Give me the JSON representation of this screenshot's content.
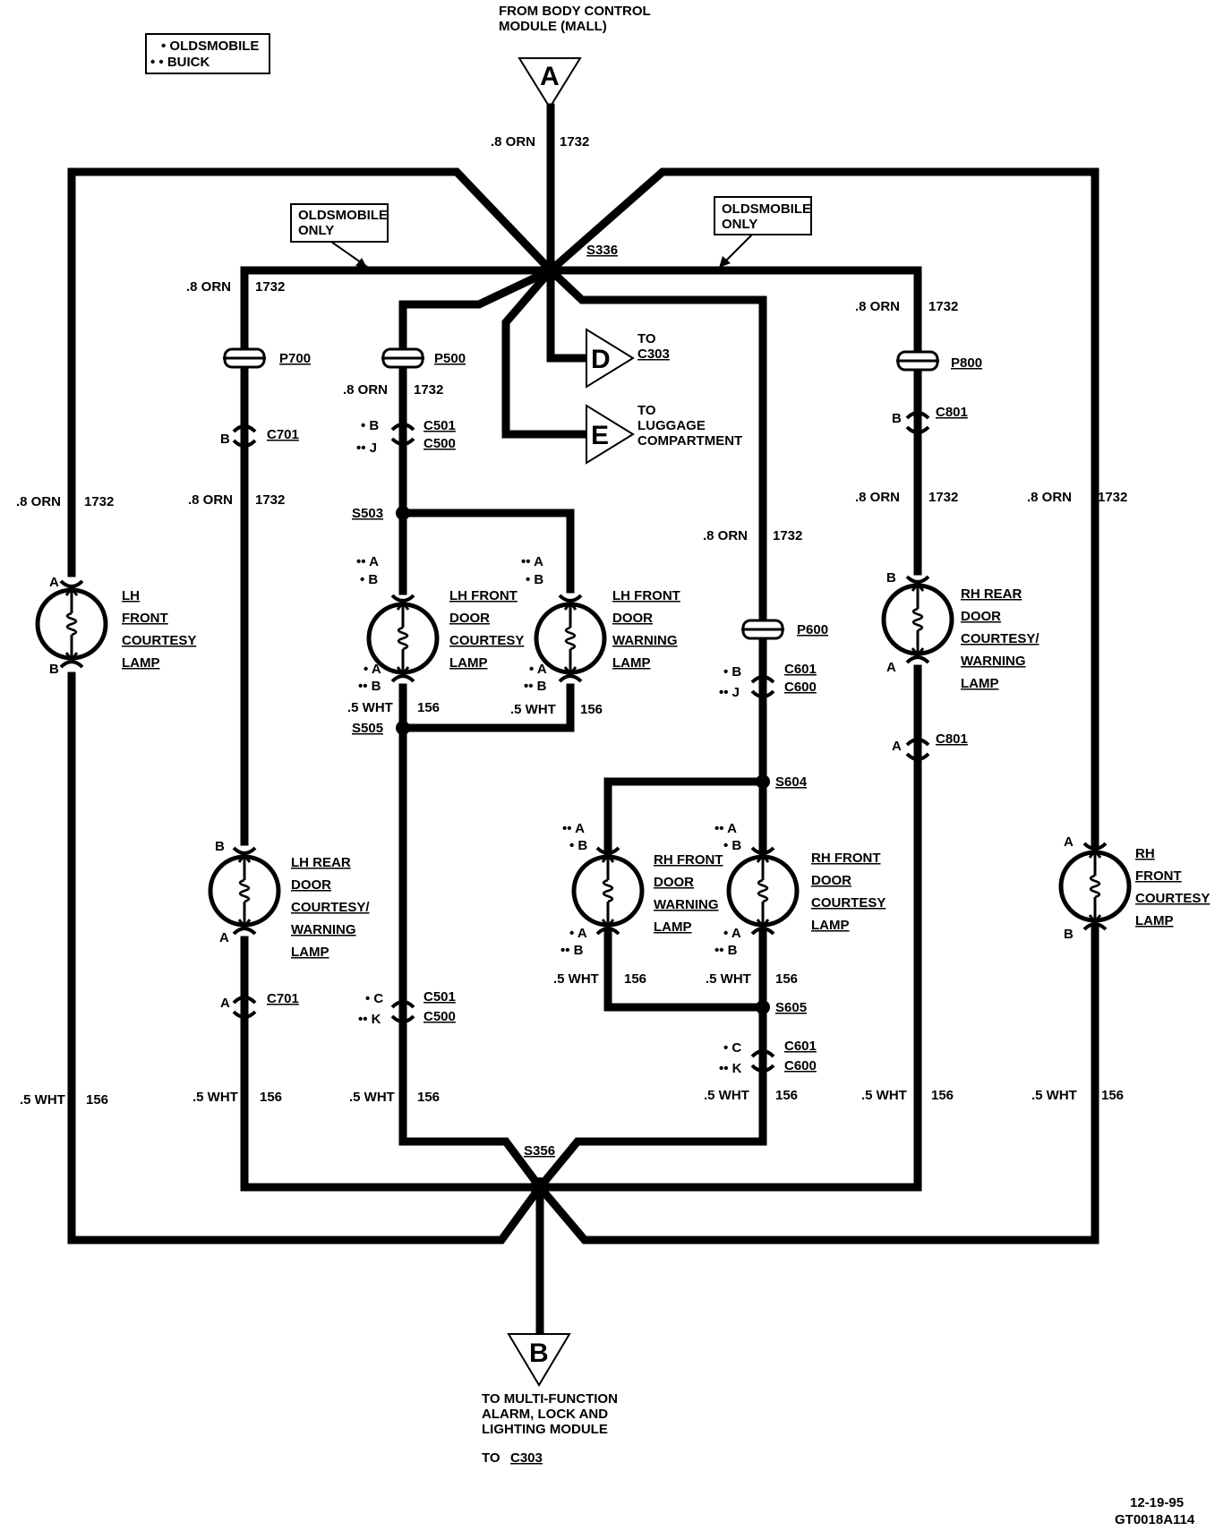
{
  "legend": {
    "olds": "• OLDSMOBILE",
    "buick": "• • BUICK"
  },
  "top": {
    "from": "FROM BODY CONTROL",
    "module": "MODULE (MALL)",
    "conn": "A",
    "gauge": ".8 ORN",
    "circuit": "1732"
  },
  "olds_only": "OLDSMOBILE",
  "only": "ONLY",
  "splices": {
    "s336": "S336",
    "s356": "S356",
    "s503": "S503",
    "s505": "S505",
    "s604": "S604",
    "s605": "S605"
  },
  "conns": {
    "p700": "P700",
    "p500": "P500",
    "p800": "P800",
    "p600": "P600",
    "c701": "C701",
    "c501": "C501",
    "c500": "C500",
    "c801": "C801",
    "c601": "C601",
    "c600": "C600"
  },
  "pins": {
    "a": "A",
    "b": "B",
    "c": "C",
    "j": "J",
    "k": "K",
    "sa": "• A",
    "sb": "• B",
    "sc": "• C",
    "dj": "•• J",
    "dk": "•• K",
    "da": "•• A",
    "db": "•• B"
  },
  "wires": {
    "orn": ".8 ORN",
    "n1732": "1732",
    "wht": ".5 WHT",
    "n156": "156"
  },
  "d": {
    "letter": "D",
    "to": "TO",
    "target": "C303"
  },
  "e": {
    "letter": "E",
    "to": "TO",
    "l1": "LUGGAGE",
    "l2": "COMPARTMENT"
  },
  "lamps": {
    "lh_front_courtesy": [
      "LH",
      "FRONT",
      "COURTESY",
      "LAMP"
    ],
    "lh_front_door_courtesy": [
      "LH FRONT",
      "DOOR",
      "COURTESY",
      "LAMP"
    ],
    "lh_front_door_warning": [
      "LH FRONT",
      "DOOR",
      "WARNING",
      "LAMP"
    ],
    "rh_rear": [
      "RH REAR",
      "DOOR",
      "COURTESY/",
      "WARNING",
      "LAMP"
    ],
    "lh_rear": [
      "LH REAR",
      "DOOR",
      "COURTESY/",
      "WARNING",
      "LAMP"
    ],
    "rh_front_warning": [
      "RH FRONT",
      "DOOR",
      "WARNING",
      "LAMP"
    ],
    "rh_front_courtesy": [
      "RH FRONT",
      "DOOR",
      "COURTESY",
      "LAMP"
    ],
    "rh_front": [
      "RH",
      "FRONT",
      "COURTESY",
      "LAMP"
    ]
  },
  "bottom": {
    "conn": "B",
    "l1": "TO MULTI-FUNCTION",
    "l2": "ALARM, LOCK AND",
    "l3": "LIGHTING MODULE",
    "to": "TO",
    "c303": "C303"
  },
  "footer": {
    "date": "12-19-95",
    "code": "GT0018A114"
  }
}
